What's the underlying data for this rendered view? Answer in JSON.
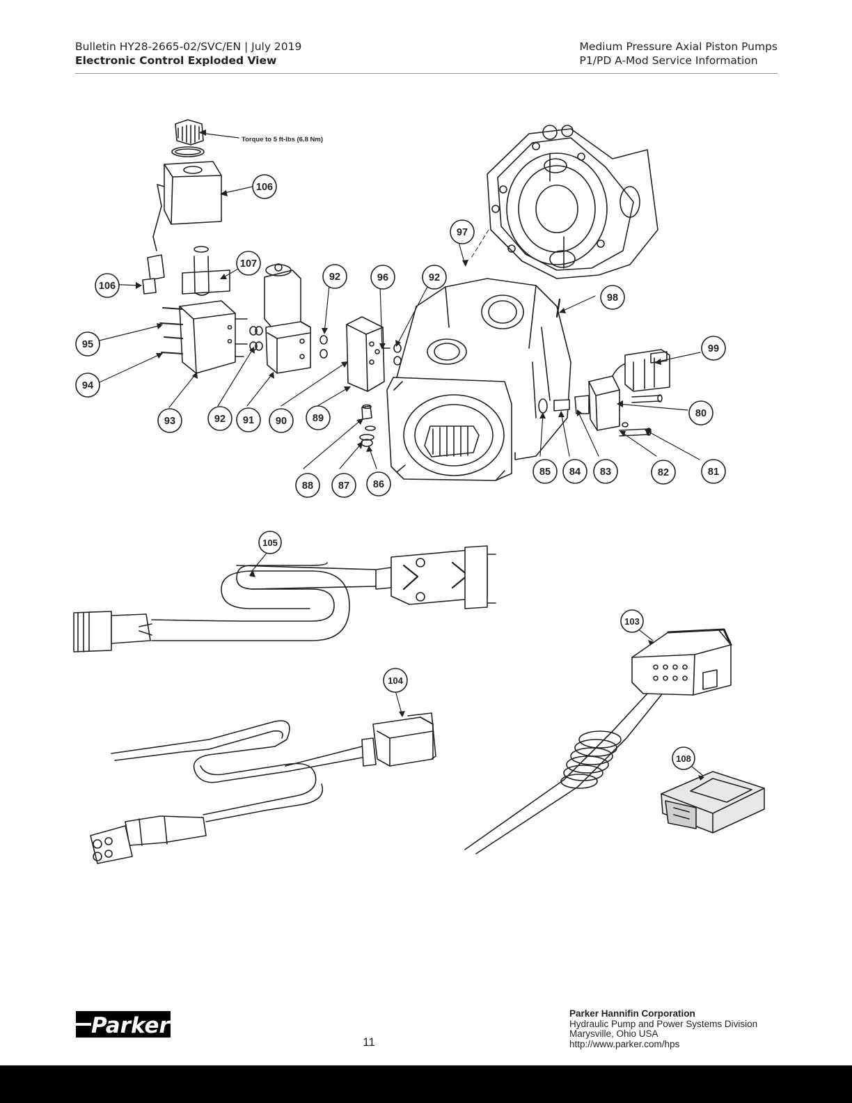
{
  "header": {
    "left_line1": "Bulletin HY28-2665-02/SVC/EN | July 2019",
    "left_line2": "Electronic Control Exploded View",
    "right_line1": "Medium Pressure Axial Piston Pumps",
    "right_line2": "P1/PD A-Mod Service Information"
  },
  "drawing": {
    "torque_note": "Torque to 5 ft-lbs (6.8 Nm)",
    "callouts": {
      "c106a": "106",
      "c106b": "106",
      "c107": "107",
      "c97": "97",
      "c98": "98",
      "c92a": "92",
      "c96": "96",
      "c92b": "92",
      "c95": "95",
      "c94": "94",
      "c93": "93",
      "c92c": "92",
      "c91": "91",
      "c90": "90",
      "c89": "89",
      "c99": "99",
      "c80": "80",
      "c81": "81",
      "c82": "82",
      "c83": "83",
      "c84": "84",
      "c85": "85",
      "c86": "86",
      "c87": "87",
      "c88": "88",
      "c105": "105",
      "c104": "104",
      "c103": "103",
      "c108": "108"
    }
  },
  "footer": {
    "page_number": "11",
    "logo_text": "Parker",
    "company_name": "Parker Hannifin Corporation",
    "division": "Hydraulic Pump and Power Systems Division",
    "location": "Marysville, Ohio USA",
    "url": "http://www.parker.com/hps"
  }
}
